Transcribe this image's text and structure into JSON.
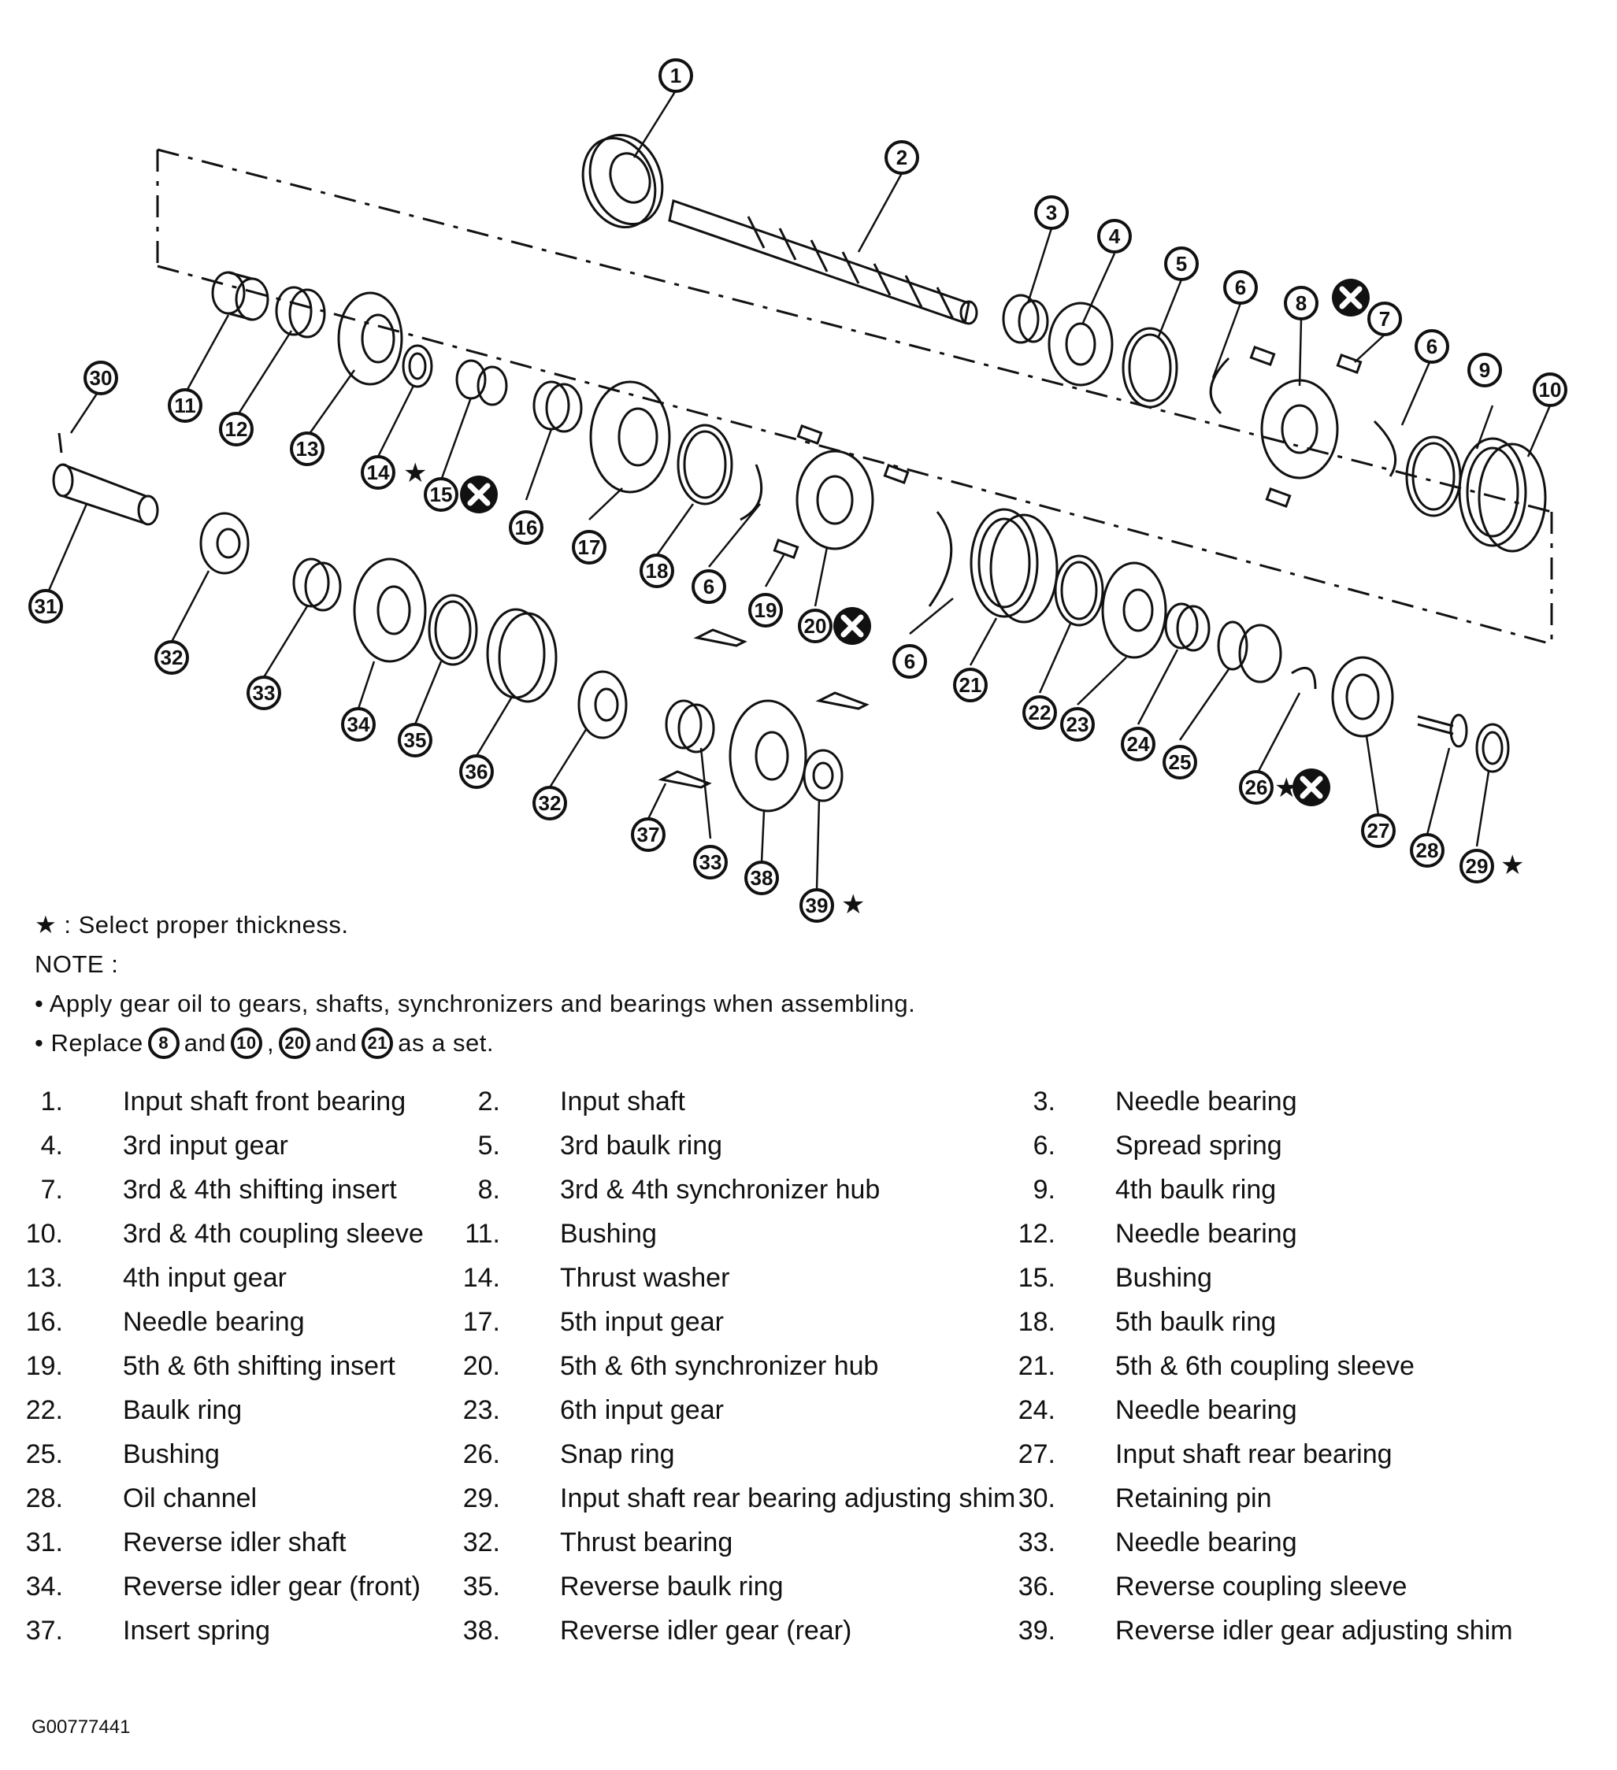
{
  "callouts": [
    "1",
    "2",
    "3",
    "4",
    "5",
    "6",
    "7",
    "8",
    "9",
    "10",
    "11",
    "12",
    "13",
    "14",
    "15",
    "16",
    "17",
    "18",
    "19",
    "20",
    "21",
    "22",
    "23",
    "24",
    "25",
    "26",
    "27",
    "28",
    "29",
    "30",
    "31",
    "32",
    "33",
    "34",
    "35",
    "36",
    "37",
    "38",
    "39"
  ],
  "select_thickness_marked": [
    "14",
    "26",
    "29",
    "39"
  ],
  "replace_marked": [
    "8",
    "15",
    "20",
    "26"
  ],
  "notes": {
    "star_note": "★ : Select proper thickness.",
    "note_heading": "NOTE :",
    "note1": "• Apply gear oil to gears, shafts, synchronizers and bearings when assembling.",
    "note2_prefix": "• Replace",
    "note2_and1": "and",
    "note2_comma": ",",
    "note2_and2": "and",
    "note2_suffix": "as a set.",
    "note2_parts": [
      "8",
      "10",
      "20",
      "21"
    ]
  },
  "legend": [
    {
      "num": "1.",
      "label": "Input shaft front bearing"
    },
    {
      "num": "2.",
      "label": "Input shaft"
    },
    {
      "num": "3.",
      "label": "Needle bearing"
    },
    {
      "num": "4.",
      "label": "3rd input gear"
    },
    {
      "num": "5.",
      "label": "3rd baulk ring"
    },
    {
      "num": "6.",
      "label": "Spread spring"
    },
    {
      "num": "7.",
      "label": "3rd & 4th shifting insert"
    },
    {
      "num": "8.",
      "label": "3rd & 4th synchronizer hub"
    },
    {
      "num": "9.",
      "label": "4th baulk ring"
    },
    {
      "num": "10.",
      "label": "3rd & 4th coupling sleeve"
    },
    {
      "num": "11.",
      "label": "Bushing"
    },
    {
      "num": "12.",
      "label": "Needle bearing"
    },
    {
      "num": "13.",
      "label": "4th input gear"
    },
    {
      "num": "14.",
      "label": "Thrust washer"
    },
    {
      "num": "15.",
      "label": "Bushing"
    },
    {
      "num": "16.",
      "label": "Needle bearing"
    },
    {
      "num": "17.",
      "label": "5th input gear"
    },
    {
      "num": "18.",
      "label": "5th baulk ring"
    },
    {
      "num": "19.",
      "label": "5th & 6th shifting insert"
    },
    {
      "num": "20.",
      "label": "5th & 6th synchronizer hub"
    },
    {
      "num": "21.",
      "label": "5th & 6th coupling sleeve"
    },
    {
      "num": "22.",
      "label": "Baulk ring"
    },
    {
      "num": "23.",
      "label": "6th input gear"
    },
    {
      "num": "24.",
      "label": "Needle bearing"
    },
    {
      "num": "25.",
      "label": "Bushing"
    },
    {
      "num": "26.",
      "label": "Snap ring"
    },
    {
      "num": "27.",
      "label": "Input shaft rear bearing"
    },
    {
      "num": "28.",
      "label": "Oil channel"
    },
    {
      "num": "29.",
      "label": "Input shaft rear bearing adjusting shim"
    },
    {
      "num": "30.",
      "label": "Retaining pin"
    },
    {
      "num": "31.",
      "label": "Reverse idler shaft"
    },
    {
      "num": "32.",
      "label": "Thrust bearing"
    },
    {
      "num": "33.",
      "label": "Needle bearing"
    },
    {
      "num": "34.",
      "label": "Reverse idler gear (front)"
    },
    {
      "num": "35.",
      "label": "Reverse baulk ring"
    },
    {
      "num": "36.",
      "label": "Reverse coupling sleeve"
    },
    {
      "num": "37.",
      "label": "Insert spring"
    },
    {
      "num": "38.",
      "label": "Reverse idler gear (rear)"
    },
    {
      "num": "39.",
      "label": "Reverse idler gear adjusting shim"
    }
  ],
  "figure_id": "G00777441"
}
